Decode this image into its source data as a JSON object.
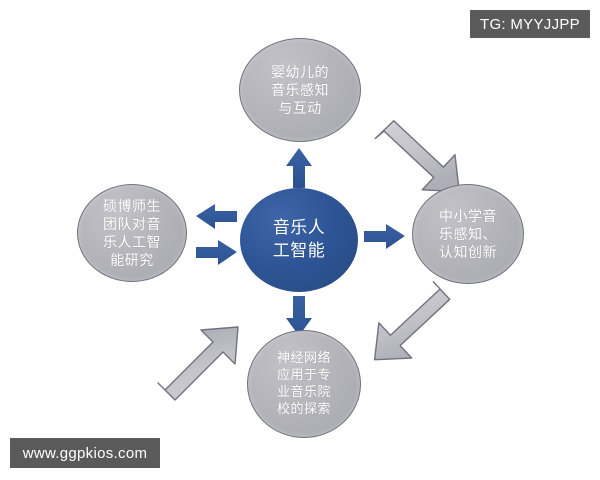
{
  "diagram": {
    "type": "radial-cycle",
    "background_color": "#ffffff",
    "center": {
      "id": "center",
      "label": "音乐人工智能",
      "lines": [
        "音乐人",
        "工智能"
      ],
      "shape": "ellipse",
      "fill_color": "#2d5596",
      "text_color": "#ffffff"
    },
    "satellites": [
      {
        "id": "top",
        "position": "top",
        "label": "婴幼儿的音乐感知与互动",
        "lines": [
          "婴幼儿的",
          "音乐感知",
          "与互动"
        ],
        "shape": "ellipse",
        "fill_color": "#b3b3b9",
        "border_color": "#6f7280",
        "text_color": "#ffffff"
      },
      {
        "id": "left",
        "position": "left",
        "label": "硕博师生团队对音乐人工智能研究",
        "lines": [
          "硕博师生",
          "团队对音",
          "乐人工智",
          "能研究"
        ],
        "shape": "ellipse",
        "fill_color": "#b3b3b9",
        "border_color": "#6f7280",
        "text_color": "#ffffff"
      },
      {
        "id": "right",
        "position": "right",
        "label": "中小学音乐感知、认知创新",
        "lines": [
          "中小学音",
          "乐感知、",
          "认知创新"
        ],
        "shape": "ellipse",
        "fill_color": "#b3b3b9",
        "border_color": "#6f7280",
        "text_color": "#ffffff"
      },
      {
        "id": "bottom",
        "position": "bottom",
        "label": "神经网络应用于专业音乐院校的探索",
        "lines": [
          "神经网络",
          "应用于专",
          "业音乐院",
          "校的探索"
        ],
        "shape": "ellipse",
        "fill_color": "#b3b3b9",
        "border_color": "#6f7280",
        "text_color": "#ffffff"
      }
    ],
    "connector_arrows": [
      {
        "id": "center-to-top",
        "style": "blue-block",
        "direction": "up",
        "color": "#2d5596",
        "from": "center",
        "to": "top"
      },
      {
        "id": "center-to-bottom",
        "style": "blue-block",
        "direction": "down",
        "color": "#2d5596",
        "from": "center",
        "to": "bottom"
      },
      {
        "id": "center-to-right",
        "style": "blue-block",
        "direction": "right",
        "color": "#2d5596",
        "from": "center",
        "to": "right"
      },
      {
        "id": "center-to-left",
        "style": "blue-block",
        "direction": "left",
        "color": "#2d5596",
        "from": "center",
        "to": "left"
      },
      {
        "id": "left-to-center",
        "style": "blue-block",
        "direction": "right",
        "color": "#2d5596",
        "from": "left",
        "to": "center"
      }
    ],
    "cycle_arrows": [
      {
        "id": "top-to-right",
        "style": "gray-block",
        "direction": "down-right",
        "color": "#c3c3c9",
        "border_color": "#6f7280",
        "from": "top",
        "to": "right"
      },
      {
        "id": "right-to-bottom",
        "style": "gray-block",
        "direction": "down-left",
        "color": "#c3c3c9",
        "border_color": "#6f7280",
        "from": "right",
        "to": "bottom"
      },
      {
        "id": "bottom-to-left",
        "style": "gray-block",
        "direction": "up-left",
        "color": "#c3c3c9",
        "border_color": "#6f7280",
        "from": "bottom",
        "to": "left"
      }
    ]
  },
  "watermarks": {
    "telegram": {
      "text": "TG: MYYJJPP",
      "background_color": "#5a5a5a",
      "text_color": "#ffffff"
    },
    "website": {
      "text": "www.ggpkios.com",
      "background_color": "#5a5a5a",
      "text_color": "#ffffff"
    }
  }
}
